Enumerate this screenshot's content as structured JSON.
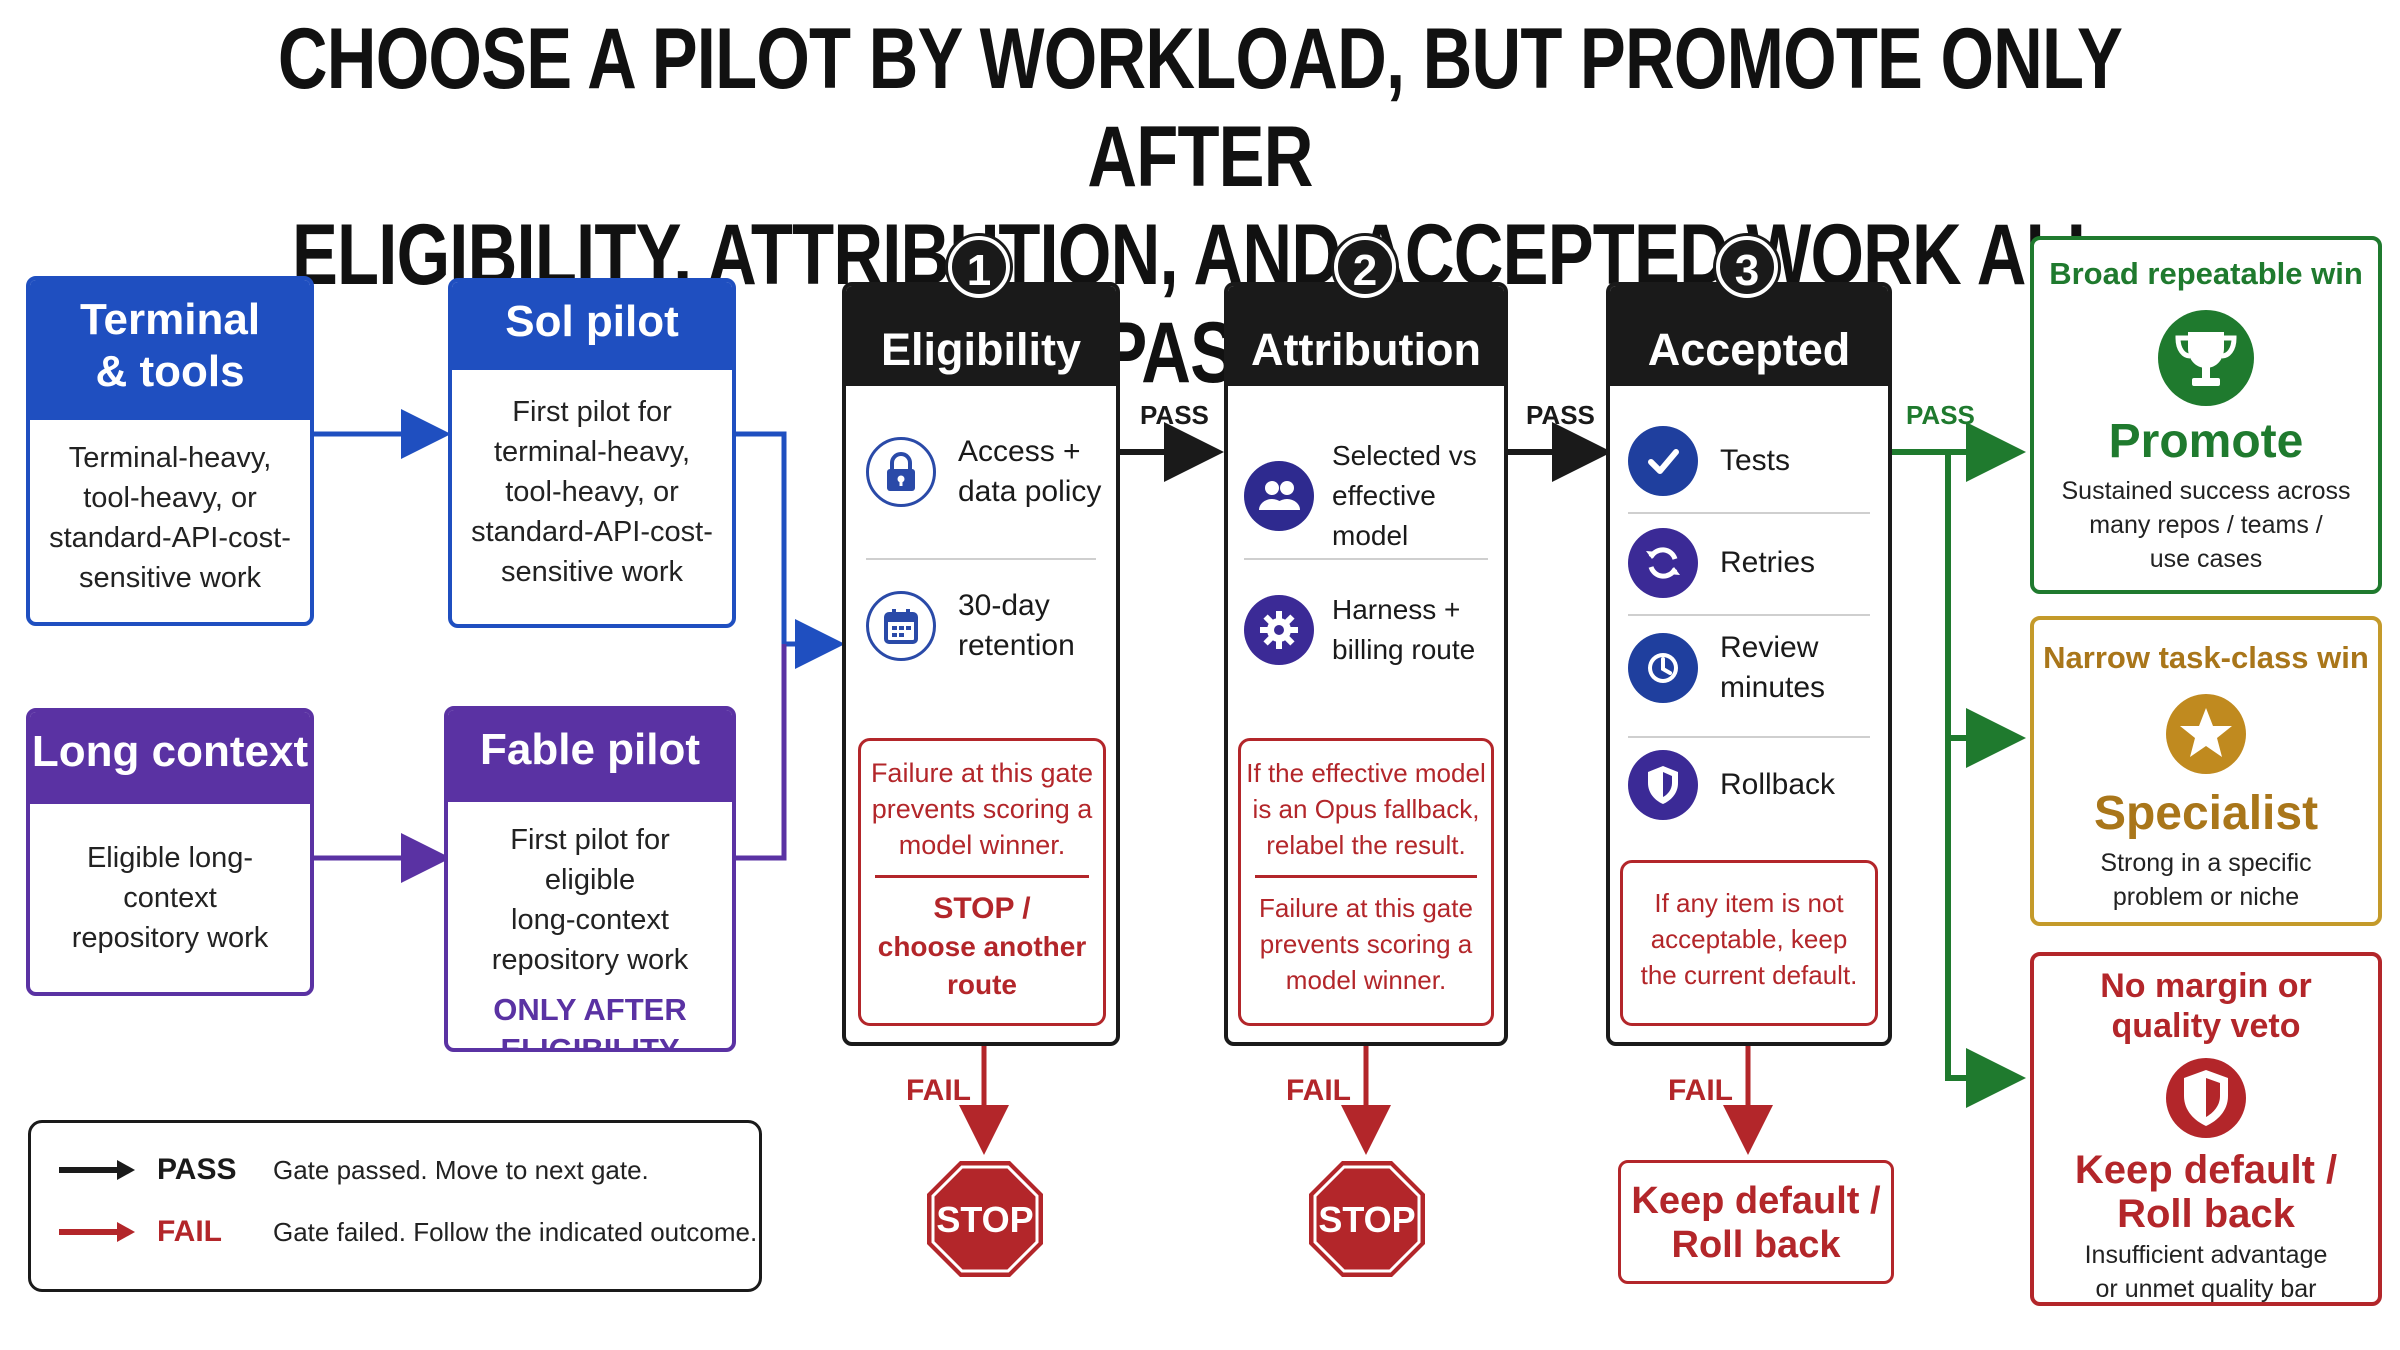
{
  "title": {
    "line1": "CHOOSE A PILOT BY WORKLOAD, BUT PROMOTE ONLY AFTER",
    "line2": "ELIGIBILITY, ATTRIBUTION, AND ACCEPTED WORK ALL PASS."
  },
  "workloads": {
    "terminal": {
      "title_line1": "Terminal",
      "title_line2": "& tools",
      "body": [
        "Terminal-heavy,",
        "tool-heavy, or",
        "standard-API-cost-",
        "sensitive work"
      ]
    },
    "long_context": {
      "title": "Long context",
      "body": [
        "Eligible long-context",
        "repository work"
      ]
    }
  },
  "pilots": {
    "sol": {
      "title": "Sol pilot",
      "body": [
        "First pilot for",
        "terminal-heavy,",
        "tool-heavy, or",
        "standard-API-cost-",
        "sensitive work"
      ]
    },
    "fable": {
      "title": "Fable pilot",
      "body": [
        "First pilot for eligible",
        "long-context",
        "repository work"
      ],
      "note": [
        "ONLY AFTER",
        "ELIGIBILITY"
      ]
    }
  },
  "gates": [
    {
      "number": "1",
      "title": "Eligibility",
      "items": [
        {
          "icon": "lock-icon",
          "label": [
            "Access +",
            "data policy"
          ]
        },
        {
          "icon": "calendar-icon",
          "label": [
            "30-day",
            "retention"
          ]
        }
      ],
      "fail_box": {
        "text": [
          "Failure at this gate",
          "prevents scoring a",
          "model winner."
        ],
        "bold": [
          "STOP /",
          "choose another",
          "route"
        ]
      },
      "fail_label": "FAIL",
      "fail_outcome": "STOP"
    },
    {
      "number": "2",
      "title": "Attribution",
      "items": [
        {
          "icon": "users-icon",
          "label": [
            "Selected vs",
            "effective model"
          ]
        },
        {
          "icon": "gear-icon",
          "label": [
            "Harness +",
            "billing route"
          ]
        }
      ],
      "fail_box": {
        "text": [
          "If the effective model",
          "is an Opus fallback,",
          "relabel the result."
        ],
        "text2": [
          "Failure at this gate",
          "prevents scoring a",
          "model winner."
        ]
      },
      "fail_label": "FAIL",
      "fail_outcome": "STOP"
    },
    {
      "number": "3",
      "title": "Accepted work",
      "items": [
        {
          "icon": "check-icon",
          "label": [
            "Tests"
          ]
        },
        {
          "icon": "refresh-icon",
          "label": [
            "Retries"
          ]
        },
        {
          "icon": "clock-icon",
          "label": [
            "Review",
            "minutes"
          ]
        },
        {
          "icon": "shield-icon",
          "label": [
            "Rollback"
          ]
        }
      ],
      "fail_box": {
        "text": [
          "If any item is not",
          "acceptable, keep",
          "the current default."
        ]
      },
      "fail_label": "FAIL",
      "fail_outcome": [
        "Keep default /",
        "Roll back"
      ]
    }
  ],
  "pass_labels": [
    "PASS",
    "PASS",
    "PASS"
  ],
  "outcomes": {
    "promote": {
      "title": "Broad repeatable win",
      "big": "Promote",
      "sub": [
        "Sustained success across",
        "many repos / teams /",
        "use cases"
      ],
      "icon": "trophy-icon"
    },
    "specialist": {
      "title": "Narrow task-class win",
      "big": "Specialist",
      "sub": [
        "Strong in a specific",
        "problem or niche"
      ],
      "icon": "star-icon"
    },
    "keep_default": {
      "title": [
        "No margin or",
        "quality veto"
      ],
      "big": [
        "Keep default /",
        "Roll back"
      ],
      "sub": [
        "Insufficient advantage",
        "or unmet quality bar"
      ],
      "icon": "shield-icon"
    }
  },
  "legend": {
    "pass_word": "PASS",
    "pass_desc": "Gate passed. Move to next gate.",
    "fail_word": "FAIL",
    "fail_desc": "Gate failed. Follow the indicated outcome."
  },
  "colors": {
    "blue": "#1f4fc0",
    "purple": "#5a32a3",
    "black": "#1a1a1a",
    "red": "#b3262a",
    "green": "#1f7a2e",
    "gold": "#c49a2a"
  }
}
